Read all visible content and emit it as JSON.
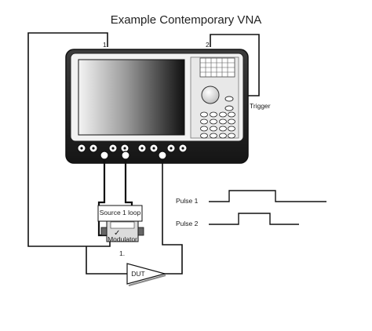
{
  "title": "Example Contemporary VNA",
  "port_labels": {
    "port1": "1.",
    "port2": "2.",
    "port1_bottom": "1."
  },
  "trigger_label": "Trigger",
  "source_loop_label": "Source 1 loop",
  "modulator_label": "Modulator",
  "dut_label": "DUT",
  "pulse1_label": "Pulse 1",
  "pulse2_label": "Pulse 2",
  "keypad_glyph": "✓"
}
